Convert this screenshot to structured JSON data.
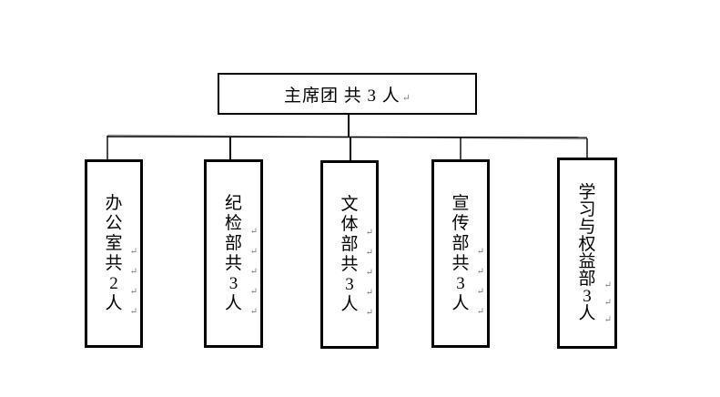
{
  "diagram": {
    "background_color": "#ffffff",
    "line_color": "#000000",
    "line_color_secondary": "#9a9a9a",
    "return_mark_color": "#7d7d7d",
    "return_mark_glyph": "↵",
    "root": {
      "label": "主席团 共 3 人",
      "has_return_mark": true
    },
    "children": [
      {
        "id": "office",
        "label": "办公室 共 2 人",
        "chars": [
          {
            "c": "办",
            "m": false
          },
          {
            "c": "公",
            "m": false
          },
          {
            "c": "室",
            "m": true
          },
          {
            "c": "共",
            "m": true
          },
          {
            "c": "2",
            "m": true
          },
          {
            "c": "人",
            "m": true
          }
        ]
      },
      {
        "id": "discipline-inspection-dept",
        "label": "纪检部 共 3 人",
        "chars": [
          {
            "c": "纪",
            "m": false
          },
          {
            "c": "检",
            "m": true
          },
          {
            "c": "部",
            "m": true
          },
          {
            "c": "共",
            "m": true
          },
          {
            "c": "3",
            "m": true
          },
          {
            "c": "人",
            "m": true
          }
        ]
      },
      {
        "id": "culture-sports-dept",
        "label": "文体部 共 3 人",
        "chars": [
          {
            "c": "文",
            "m": false
          },
          {
            "c": "体",
            "m": true
          },
          {
            "c": "部",
            "m": true
          },
          {
            "c": "共",
            "m": true
          },
          {
            "c": "3",
            "m": true
          },
          {
            "c": "人",
            "m": true
          }
        ]
      },
      {
        "id": "publicity-dept",
        "label": "宣传部 共 3 人",
        "chars": [
          {
            "c": "宣",
            "m": false
          },
          {
            "c": "传",
            "m": false
          },
          {
            "c": "部",
            "m": true
          },
          {
            "c": "共",
            "m": true
          },
          {
            "c": "3",
            "m": true
          },
          {
            "c": "人",
            "m": true
          }
        ]
      },
      {
        "id": "study-rights-dept",
        "label": "学习与权益部 3 人",
        "chars": [
          {
            "c": "学",
            "m": false
          },
          {
            "c": "习",
            "m": false
          },
          {
            "c": "与",
            "m": false
          },
          {
            "c": "权",
            "m": false
          },
          {
            "c": "益",
            "m": false
          },
          {
            "c": "部",
            "m": true
          },
          {
            "c": "3",
            "m": true
          },
          {
            "c": "人",
            "m": true
          }
        ]
      }
    ]
  }
}
